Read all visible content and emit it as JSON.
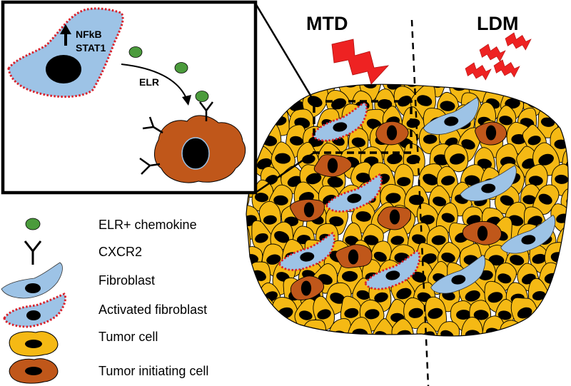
{
  "headers": {
    "mtd": "MTD",
    "ldm": "LDM"
  },
  "inset": {
    "nfkb": "NFkB",
    "stat1": "STAT1",
    "elr": "ELR"
  },
  "legend": [
    {
      "icon": "green-dot-icon",
      "label": "ELR+ chemokine"
    },
    {
      "icon": "y-receptor-icon",
      "label": "CXCR2"
    },
    {
      "icon": "fibroblast-icon",
      "label": "Fibroblast"
    },
    {
      "icon": "activated-fibroblast-icon",
      "label": "Activated fibroblast"
    },
    {
      "icon": "tumor-cell-icon",
      "label": "Tumor cell"
    },
    {
      "icon": "tumor-initiating-cell-icon",
      "label": "Tumor initiating cell"
    }
  ],
  "colors": {
    "tumor": "#f5b914",
    "initiating": "#c0571a",
    "fibroblast": "#9dc3e6",
    "activated_border": "#d9202a",
    "chemokine": "#4b9b3c",
    "lightning": "#ee2222",
    "nucleus": "#000000"
  }
}
